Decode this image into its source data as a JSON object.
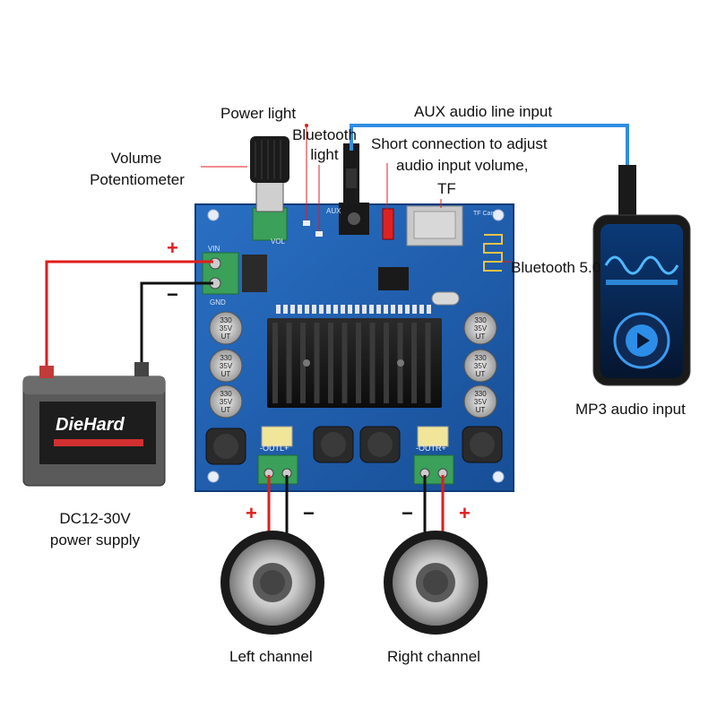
{
  "labels": {
    "power_light": "Power light",
    "bluetooth_light_1": "Bluetooth",
    "bluetooth_light_2": "light",
    "aux_input": "AUX audio line input",
    "short_connection_1": "Short connection to adjust",
    "short_connection_2": "audio input volume,",
    "tf": "TF",
    "volume_pot_1": "Volume",
    "volume_pot_2": "Potentiometer",
    "bluetooth_version": "Bluetooth 5.0",
    "mp3_input": "MP3 audio input",
    "power_supply_1": "DC12-30V",
    "power_supply_2": "power supply",
    "left_channel": "Left channel",
    "right_channel": "Right channel"
  },
  "signs": {
    "plus": "+",
    "minus": "−"
  },
  "board_silkscreen": {
    "vol": "VOL",
    "aux": "AUX",
    "gnd": "GND",
    "vin": "VIN",
    "tf_card": "TF Card",
    "outl": "-OUTL+",
    "outr": "-OUTR+",
    "cap_values": [
      "330",
      "35V",
      "UT"
    ]
  },
  "battery": {
    "brand": "DieHard"
  },
  "colors": {
    "board": "#1e5fb0",
    "wire_red": "#e11d1d",
    "wire_black": "#111111",
    "aux_cable": "#2f8de0",
    "connector_green": "#3aa05a"
  }
}
